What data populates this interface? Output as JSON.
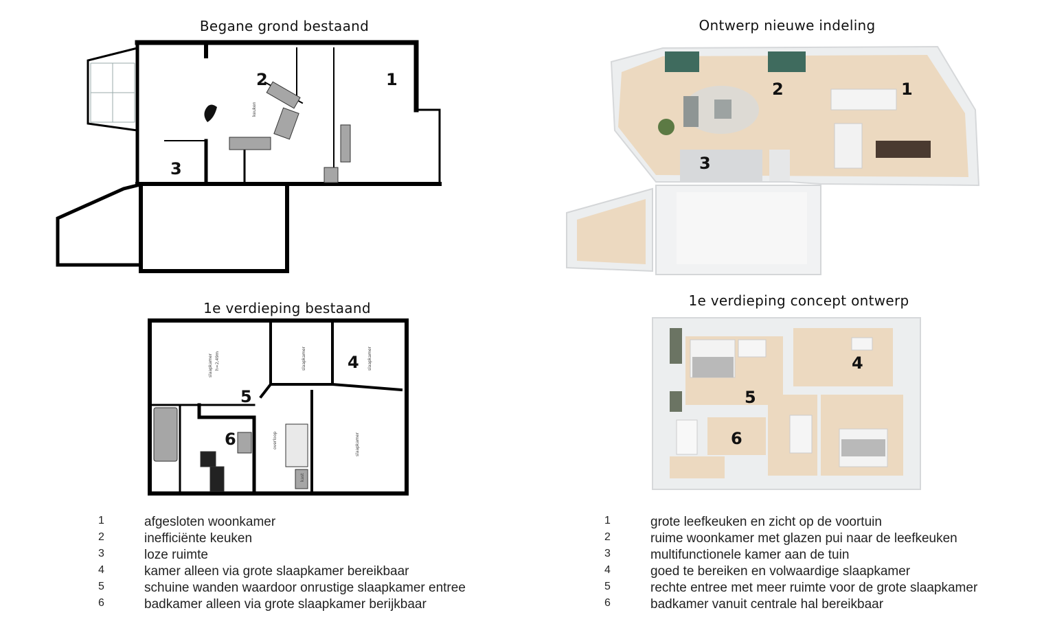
{
  "titles": {
    "ground_existing": "Begane grond bestaand",
    "ground_new": "Ontwerp nieuwe indeling",
    "first_existing": "1e verdieping bestaand",
    "first_concept": "1e verdieping concept ontwerp"
  },
  "plan_labels": {
    "keuken": "keuken",
    "slaapkamer": "slaapkamer",
    "slaapkamer_h": "h=2,49m",
    "overloop": "overloop",
    "kast": "kast"
  },
  "numbers": {
    "n1": "1",
    "n2": "2",
    "n3": "3",
    "n4": "4",
    "n5": "5",
    "n6": "6"
  },
  "legend_left": [
    {
      "n": "1",
      "text": "afgesloten woonkamer"
    },
    {
      "n": "2",
      "text": "inefficiënte keuken"
    },
    {
      "n": "3",
      "text": "loze ruimte"
    },
    {
      "n": "4",
      "text": "kamer alleen via grote slaapkamer bereikbaar"
    },
    {
      "n": "5",
      "text": "schuine wanden waardoor onrustige slaapkamer entree"
    },
    {
      "n": "6",
      "text": "badkamer alleen via grote slaapkamer berijkbaar"
    }
  ],
  "legend_right": [
    {
      "n": "1",
      "text": "grote leefkeuken en zicht op de voortuin"
    },
    {
      "n": "2",
      "text": "ruime woonkamer met glazen pui naar de leefkeuken"
    },
    {
      "n": "3",
      "text": "multifunctionele kamer aan de tuin"
    },
    {
      "n": "4",
      "text": "goed te bereiken en volwaardige slaapkamer"
    },
    {
      "n": "5",
      "text": "rechte entree met meer ruimte voor de grote slaapkamer"
    },
    {
      "n": "6",
      "text": "badkamer vanuit centrale hal bereikbaar"
    }
  ],
  "colors": {
    "wall": "#000000",
    "floor_wood": "#ecd9c0",
    "render_wall": "#eceeef",
    "accent_green": "#3f6b5e"
  }
}
